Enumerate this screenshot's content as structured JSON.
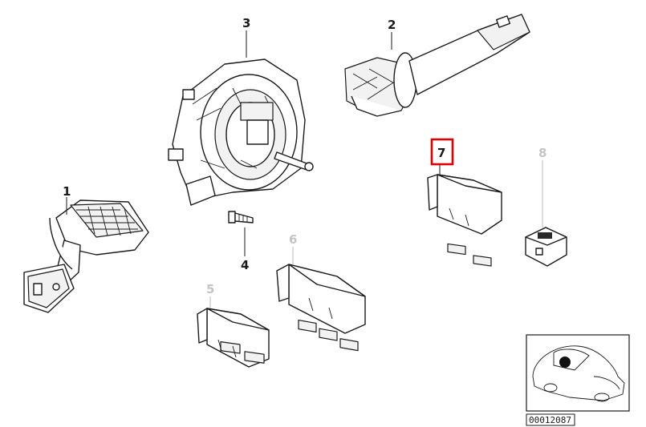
{
  "labels": {
    "part1": "1",
    "part2": "2",
    "part3": "3",
    "part4": "4",
    "part5": "5",
    "part6": "6",
    "part7": "7",
    "part8": "8"
  },
  "colors": {
    "highlight_box": "#e00000",
    "active_label": "#1a1a1a",
    "inactive_label": "#c4c4c4"
  },
  "diagram_id": "00012087",
  "selected_part": "7"
}
